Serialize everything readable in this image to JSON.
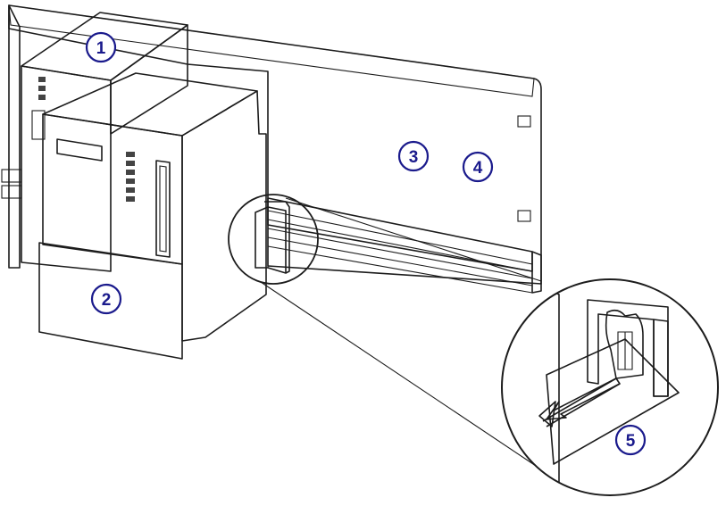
{
  "callouts": [
    {
      "label": "1"
    },
    {
      "label": "2"
    },
    {
      "label": "3"
    },
    {
      "label": "4"
    },
    {
      "label": "5"
    }
  ],
  "colors": {
    "callout": "#1a1a8c",
    "body_light": "#f2f3f3",
    "body_mid": "#e2e4e4",
    "body_dark": "#c6c9c9",
    "outline": "#1c1c1c"
  }
}
